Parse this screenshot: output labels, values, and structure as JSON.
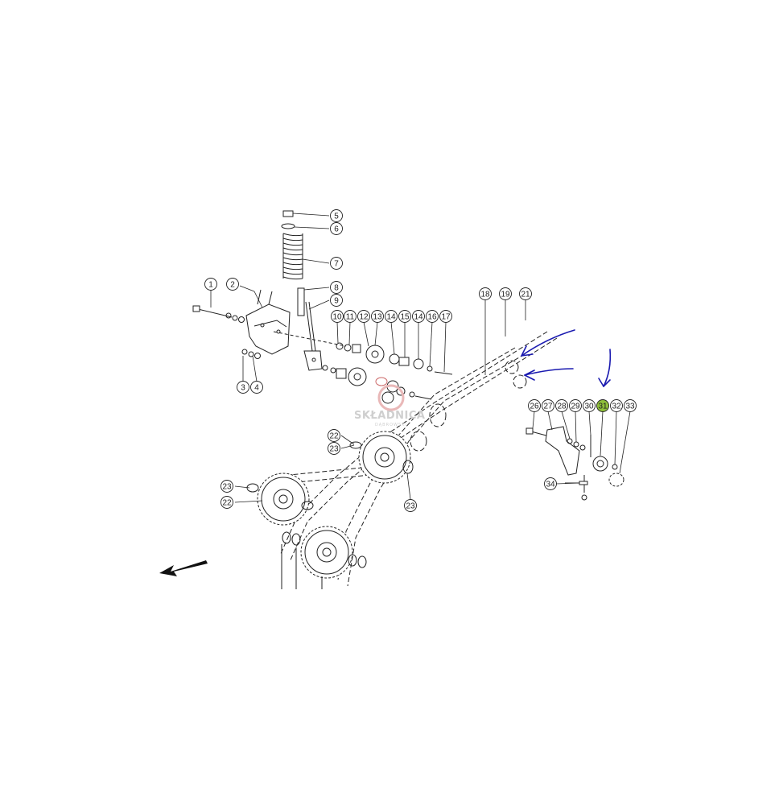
{
  "callouts": [
    {
      "label": "1"
    },
    {
      "label": "2"
    },
    {
      "label": "3"
    },
    {
      "label": "4"
    },
    {
      "label": "5"
    },
    {
      "label": "6"
    },
    {
      "label": "7"
    },
    {
      "label": "8"
    },
    {
      "label": "9"
    },
    {
      "label": "10"
    },
    {
      "label": "11"
    },
    {
      "label": "12"
    },
    {
      "label": "13"
    },
    {
      "label": "14"
    },
    {
      "label": "15"
    },
    {
      "label": "16"
    },
    {
      "label": "17"
    },
    {
      "label": "18"
    },
    {
      "label": "19"
    },
    {
      "label": "21"
    },
    {
      "label": "22"
    },
    {
      "label": "23"
    },
    {
      "label": "23"
    },
    {
      "label": "23"
    },
    {
      "label": "22"
    },
    {
      "label": "26"
    },
    {
      "label": "27"
    },
    {
      "label": "28"
    },
    {
      "label": "29"
    },
    {
      "label": "30"
    },
    {
      "label": "31",
      "highlighted": true
    },
    {
      "label": "32"
    },
    {
      "label": "33"
    },
    {
      "label": "34"
    },
    {
      "label": "14"
    }
  ],
  "watermark": {
    "name": "SKŁADNICA",
    "subtitle": "DĄBROWSKI"
  },
  "colors": {
    "line": "#222222",
    "highlight": "#8fbf3a",
    "annotation_arrow": "#1a1ab0",
    "watermark": "#cfcfcf"
  }
}
